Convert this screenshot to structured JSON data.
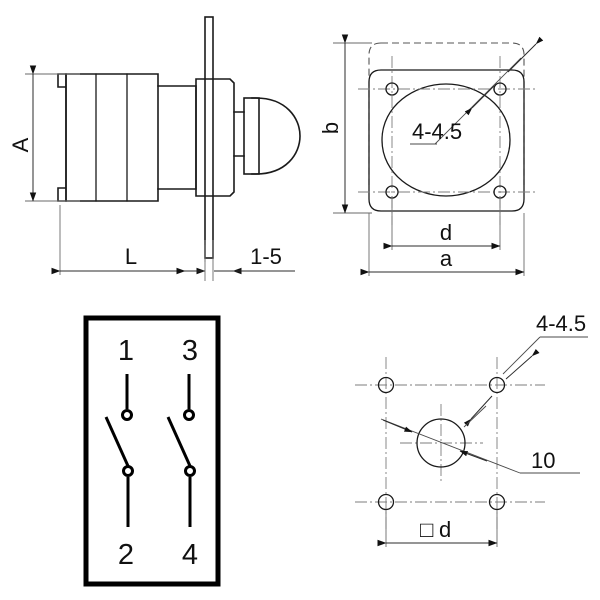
{
  "drawing": {
    "title": "Panel mount switch technical drawing",
    "background_color": "#ffffff",
    "line_color": "#1a1a1a",
    "views": {
      "side_elevation": {
        "name": "side-elevation-view",
        "dimensions": {
          "height_label": "A",
          "length_label": "L",
          "panel_thickness_label": "1-5"
        }
      },
      "panel_cutout": {
        "name": "panel-cutout-view",
        "dimensions": {
          "height_label": "b",
          "bore_label": "d",
          "width_label": "a"
        },
        "notes": {
          "hole_note": "4-4.5"
        }
      },
      "schematic": {
        "name": "contact-schematic-view",
        "terminals": {
          "top_left": "1",
          "top_right": "3",
          "bottom_left": "2",
          "bottom_right": "4"
        }
      },
      "drill_pattern": {
        "name": "drill-pattern-view",
        "notes": {
          "hole_note": "4-4.5",
          "center_hole_note": "10"
        },
        "dimensions": {
          "pitch_label": "d",
          "pitch_symbol": "□"
        }
      }
    }
  }
}
